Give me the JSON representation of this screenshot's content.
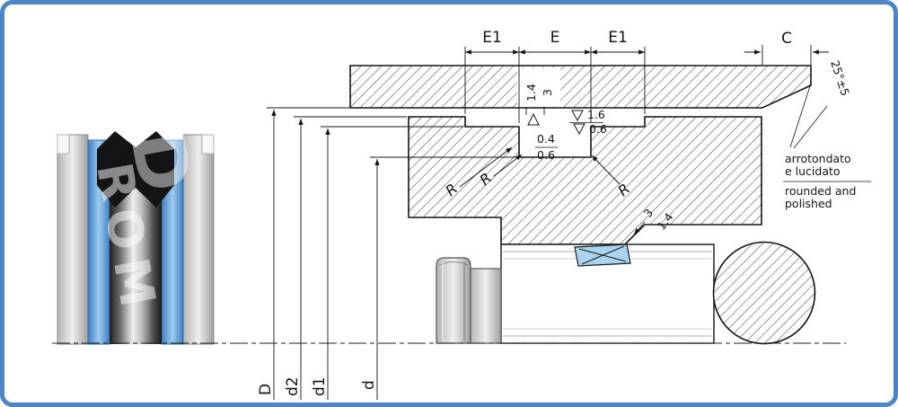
{
  "colors": {
    "frame_border": "#4c86c6",
    "seal_blue": "#a9d3f0",
    "seal_black": "#141414",
    "line": "#141414"
  },
  "watermark": {
    "letters": "ROM",
    "glyph": "D"
  },
  "dims": {
    "e1_left": "E1",
    "e": "E",
    "e1_right": "E1",
    "c": "C",
    "angle": "25°±5",
    "depth_a": "1.4",
    "depth_b": "3",
    "chamfer_left_top": "0.4",
    "chamfer_left_bottom": "0.6",
    "chamfer_right_top": "1.6",
    "chamfer_right_bottom": "0.6",
    "radius_1": "R",
    "radius_2": "R",
    "radius_3": "R",
    "lead_in_a": "3",
    "lead_in_b": "1.4",
    "dia_outer": "D",
    "dia_2": "d2",
    "dia_1": "d1",
    "dia_groove": "d"
  },
  "note": {
    "it_line1": "arrotondato",
    "it_line2": "e lucidato",
    "en_line1": "rounded and",
    "en_line2": "polished"
  }
}
